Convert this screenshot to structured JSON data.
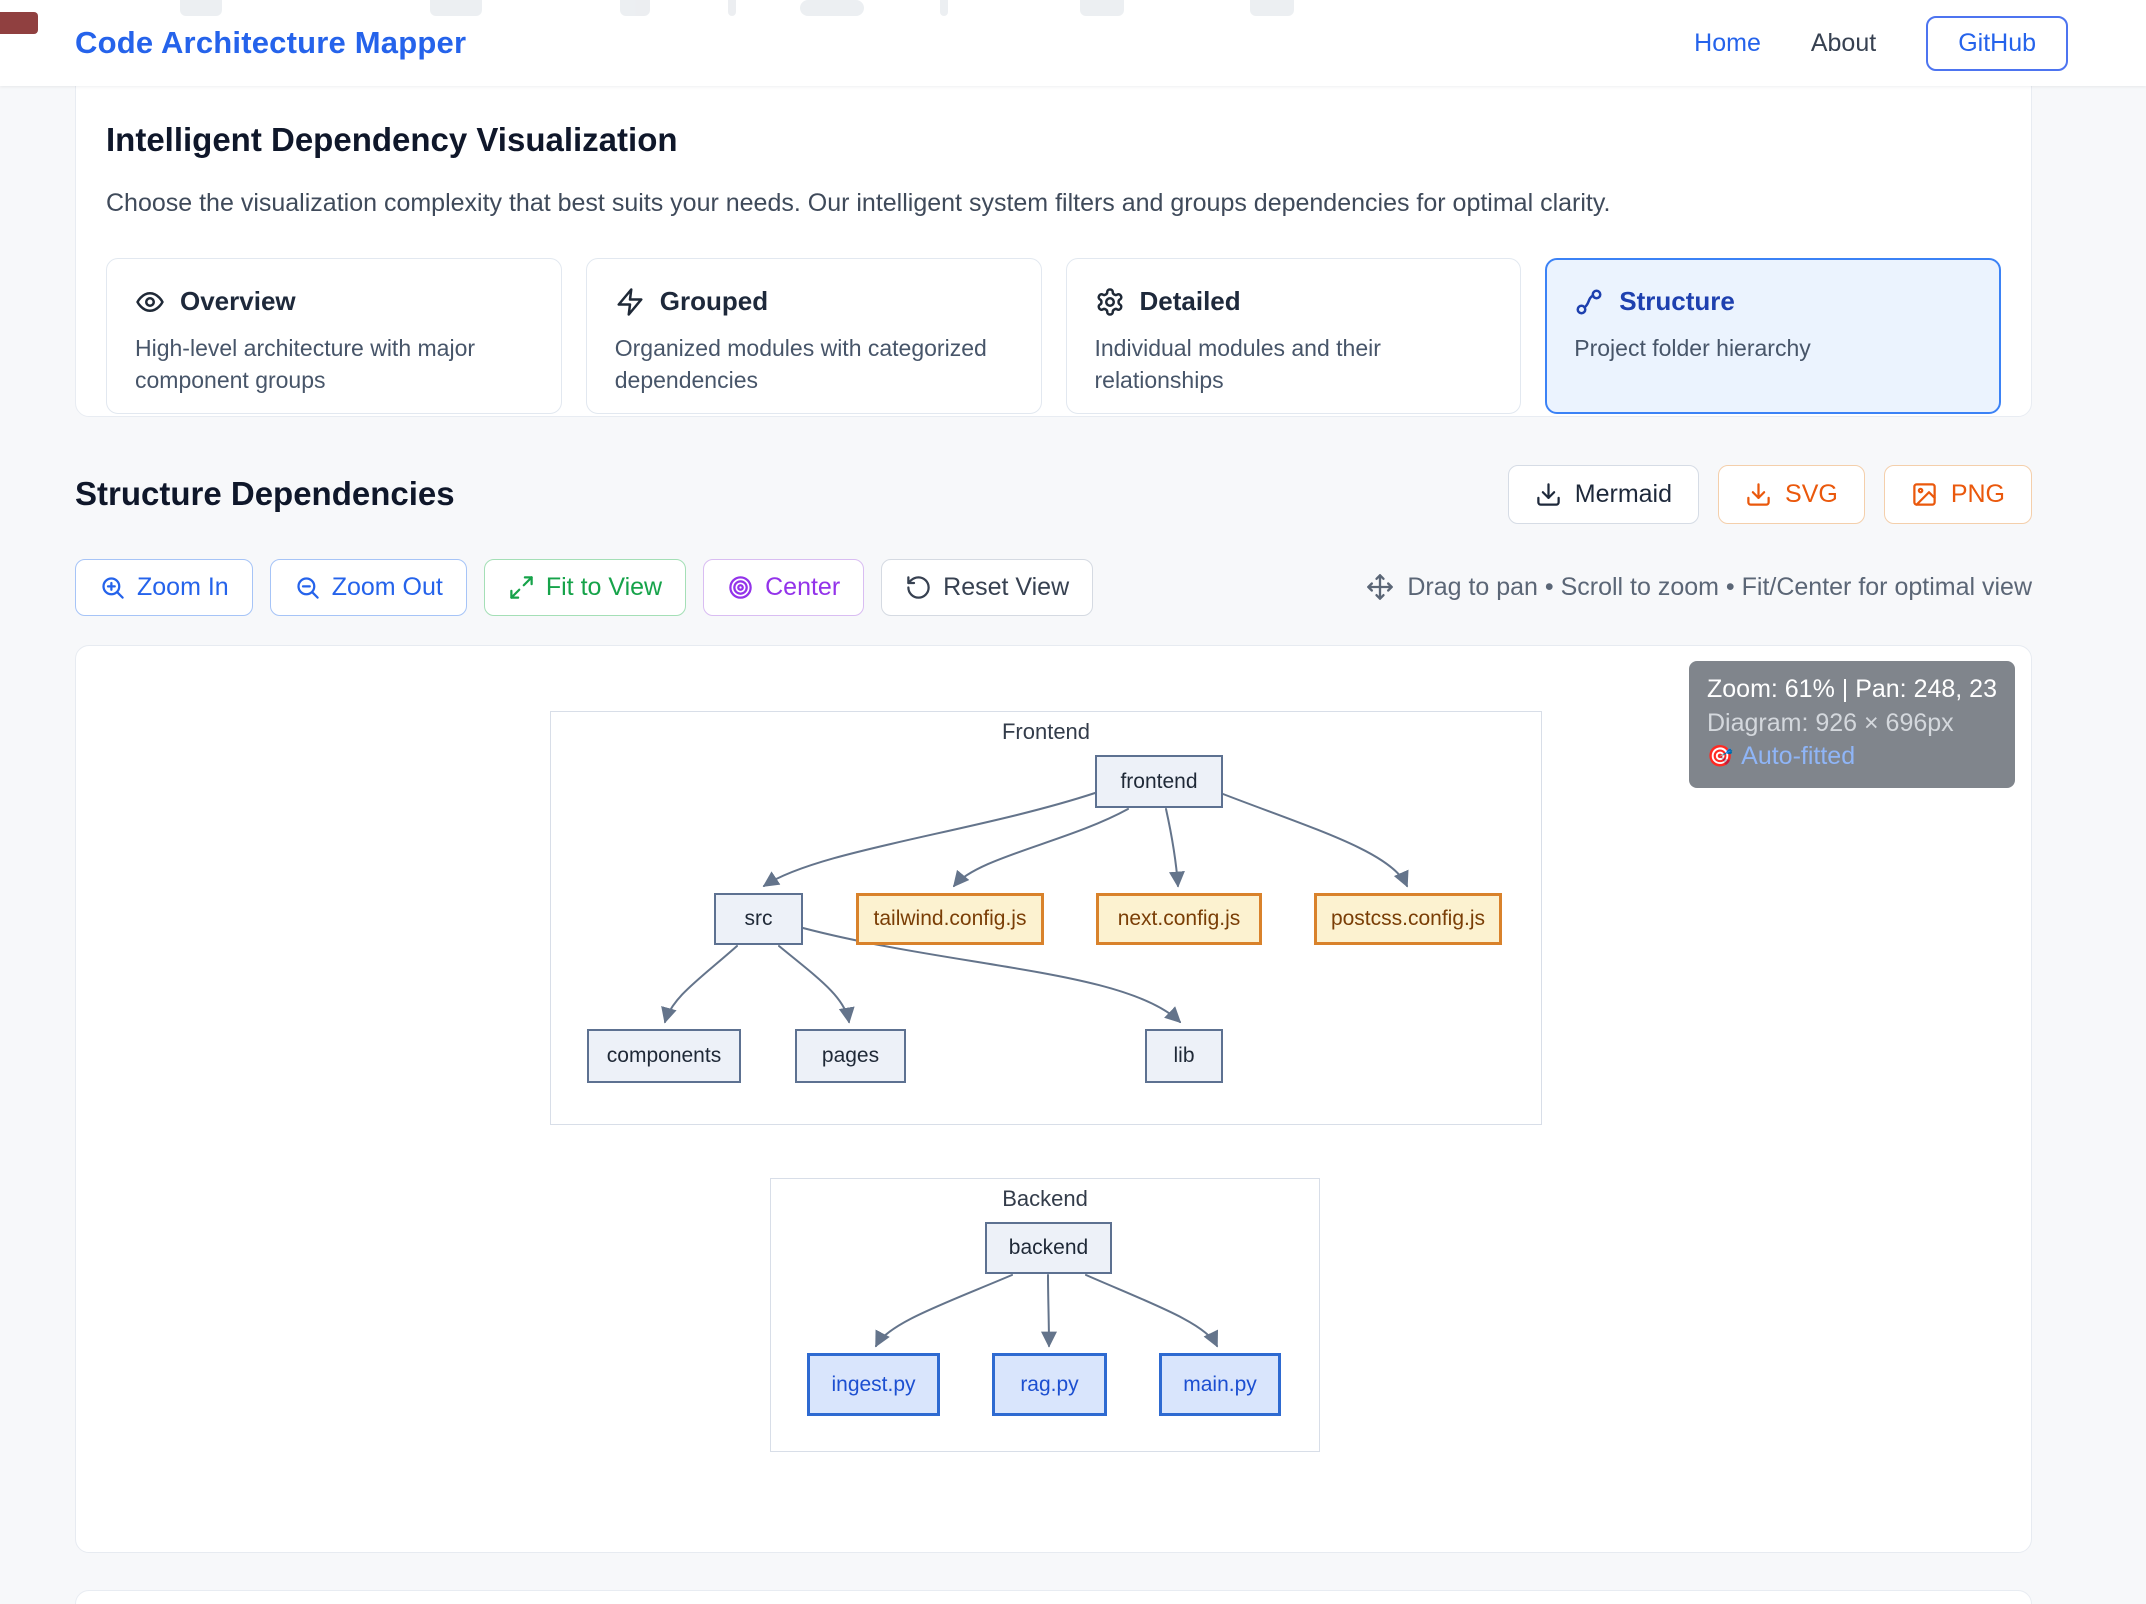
{
  "header": {
    "brand": "Code Architecture Mapper",
    "nav_home": "Home",
    "nav_about": "About",
    "github_label": "GitHub"
  },
  "hero": {
    "title": "Intelligent Dependency Visualization",
    "subtitle": "Choose the visualization complexity that best suits your needs. Our intelligent system filters and groups dependencies for optimal clarity.",
    "options": [
      {
        "label": "Overview",
        "description": "High-level architecture with major component groups",
        "icon": "eye-icon",
        "selected": false
      },
      {
        "label": "Grouped",
        "description": "Organized modules with categorized dependencies",
        "icon": "zap-icon",
        "selected": false
      },
      {
        "label": "Detailed",
        "description": "Individual modules and their relationships",
        "icon": "gear-icon",
        "selected": false
      },
      {
        "label": "Structure",
        "description": "Project folder hierarchy",
        "icon": "waypoints-icon",
        "selected": true
      }
    ]
  },
  "section": {
    "title": "Structure Dependencies",
    "export_buttons": [
      {
        "label": "Mermaid",
        "icon": "download-icon"
      },
      {
        "label": "SVG",
        "icon": "download-icon"
      },
      {
        "label": "PNG",
        "icon": "image-icon"
      }
    ]
  },
  "toolbar": {
    "zoom_in": "Zoom In",
    "zoom_out": "Zoom Out",
    "fit_to_view": "Fit to View",
    "center": "Center",
    "reset_view": "Reset View",
    "hint": "Drag to pan • Scroll to zoom • Fit/Center for optimal view"
  },
  "canvas_overlay": {
    "zoom_pan": "Zoom: 61% | Pan: 248, 23",
    "diagram_size": "Diagram: 926 × 696px",
    "fit_emoji": "🎯",
    "fit_status": "Auto-fitted"
  },
  "diagram": {
    "subgraphs": {
      "frontend_title": "Frontend",
      "backend_title": "Backend"
    },
    "nodes": {
      "frontend": "frontend",
      "src": "src",
      "tailwind": "tailwind.config.js",
      "next": "next.config.js",
      "postcss": "postcss.config.js",
      "components": "components",
      "pages": "pages",
      "lib": "lib",
      "backend": "backend",
      "ingest": "ingest.py",
      "rag": "rag.py",
      "main": "main.py"
    },
    "edges": [
      [
        "frontend",
        "src"
      ],
      [
        "frontend",
        "tailwind.config.js"
      ],
      [
        "frontend",
        "next.config.js"
      ],
      [
        "frontend",
        "postcss.config.js"
      ],
      [
        "src",
        "components"
      ],
      [
        "src",
        "pages"
      ],
      [
        "src",
        "lib"
      ],
      [
        "backend",
        "ingest.py"
      ],
      [
        "backend",
        "rag.py"
      ],
      [
        "backend",
        "main.py"
      ]
    ]
  },
  "colors": {
    "brand_blue": "#2563eb",
    "selected_card_bg": "#ebf3fe",
    "selected_card_border": "#3b82f6",
    "export_orange": "#ea580c",
    "fit_green": "#16a34a",
    "center_purple": "#9333ea",
    "node_default_fill": "#edf1f8",
    "node_default_stroke": "#5d7191",
    "node_config_fill": "#fcf2d0",
    "node_config_stroke": "#d9822b",
    "node_py_fill": "#d9e5fc",
    "node_py_stroke": "#2e6ad1",
    "edge_stroke": "#64748b",
    "overlay_fit_blue": "#8fb5f7"
  }
}
